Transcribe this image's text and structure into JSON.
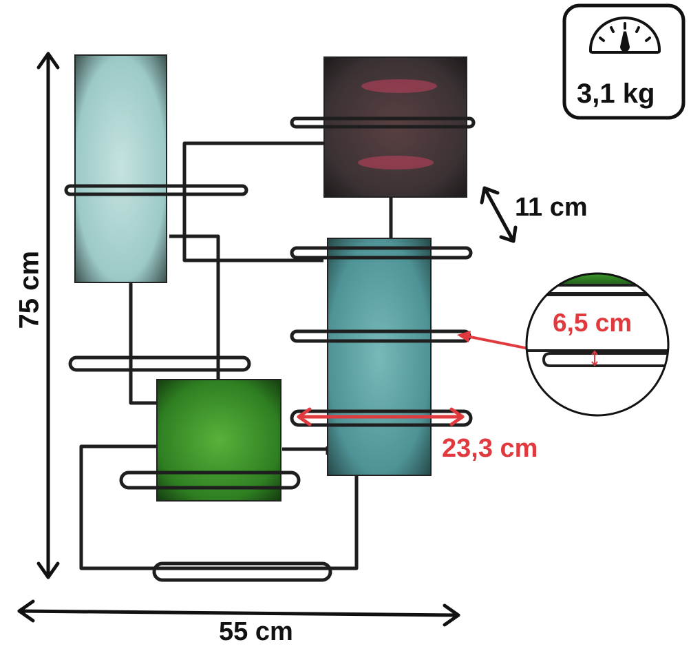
{
  "dimensions": {
    "height": "75 cm",
    "width": "55 cm",
    "depth": "11 cm",
    "slot_width": "23,3 cm",
    "slot_gap": "6,5 cm"
  },
  "weight": {
    "value": "3,1 kg",
    "icon": "scale-gauge-icon"
  },
  "colors": {
    "frame": "#1e1e1e",
    "accent_red": "#e03a3e",
    "panel_light_teal": "#b3d6d4",
    "panel_dark_bronze": "#3a3030",
    "panel_blue_teal": "#5fa6a7",
    "panel_green": "#3c8f2c"
  }
}
